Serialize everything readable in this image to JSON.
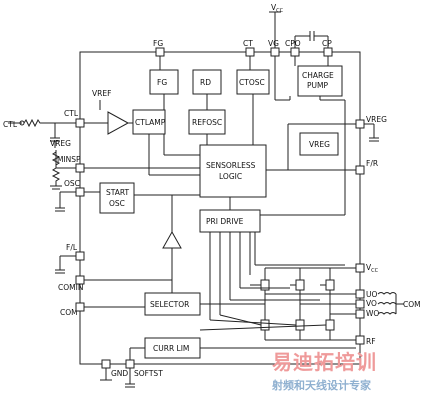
{
  "pins": {
    "vcc_top": "V",
    "vcc_top_sub": "CC",
    "fg": "FG",
    "ct": "CT",
    "vg": "VG",
    "cpo": "CPO",
    "cp": "CP",
    "ctl_in": "CTL",
    "ctl": "CTL",
    "vref": "VREF",
    "vreg_left": "VREG",
    "minsp": "MINSP",
    "osc": "OSC",
    "fl": "F/L",
    "comin": "COMIN",
    "com_left": "COM",
    "gnd": "GND",
    "softst": "SOFTST",
    "vreg_right": "VREG",
    "fr": "F/R",
    "vcc_right": "V",
    "vcc_right_sub": "CC",
    "uo": "UO",
    "vo": "VO",
    "wo": "WO",
    "com_right": "COM",
    "rf": "RF"
  },
  "blocks": {
    "fg": "FG",
    "rd": "RD",
    "ctosc": "CTOSC",
    "charge_pump_1": "CHARGE",
    "charge_pump_2": "PUMP",
    "ctlamp": "CTLAMP",
    "refosc": "REFOSC",
    "vreg": "VREG",
    "sensorless_1": "SENSORLESS",
    "sensorless_2": "LOGIC",
    "start_osc_1": "START",
    "start_osc_2": "OSC",
    "pri_drive": "PRI DRIVE",
    "selector": "SELECTOR",
    "curr_lim": "CURR LIM"
  },
  "watermark": {
    "line1": "易迪拓培训",
    "line2": "射频和天线设计专家"
  }
}
